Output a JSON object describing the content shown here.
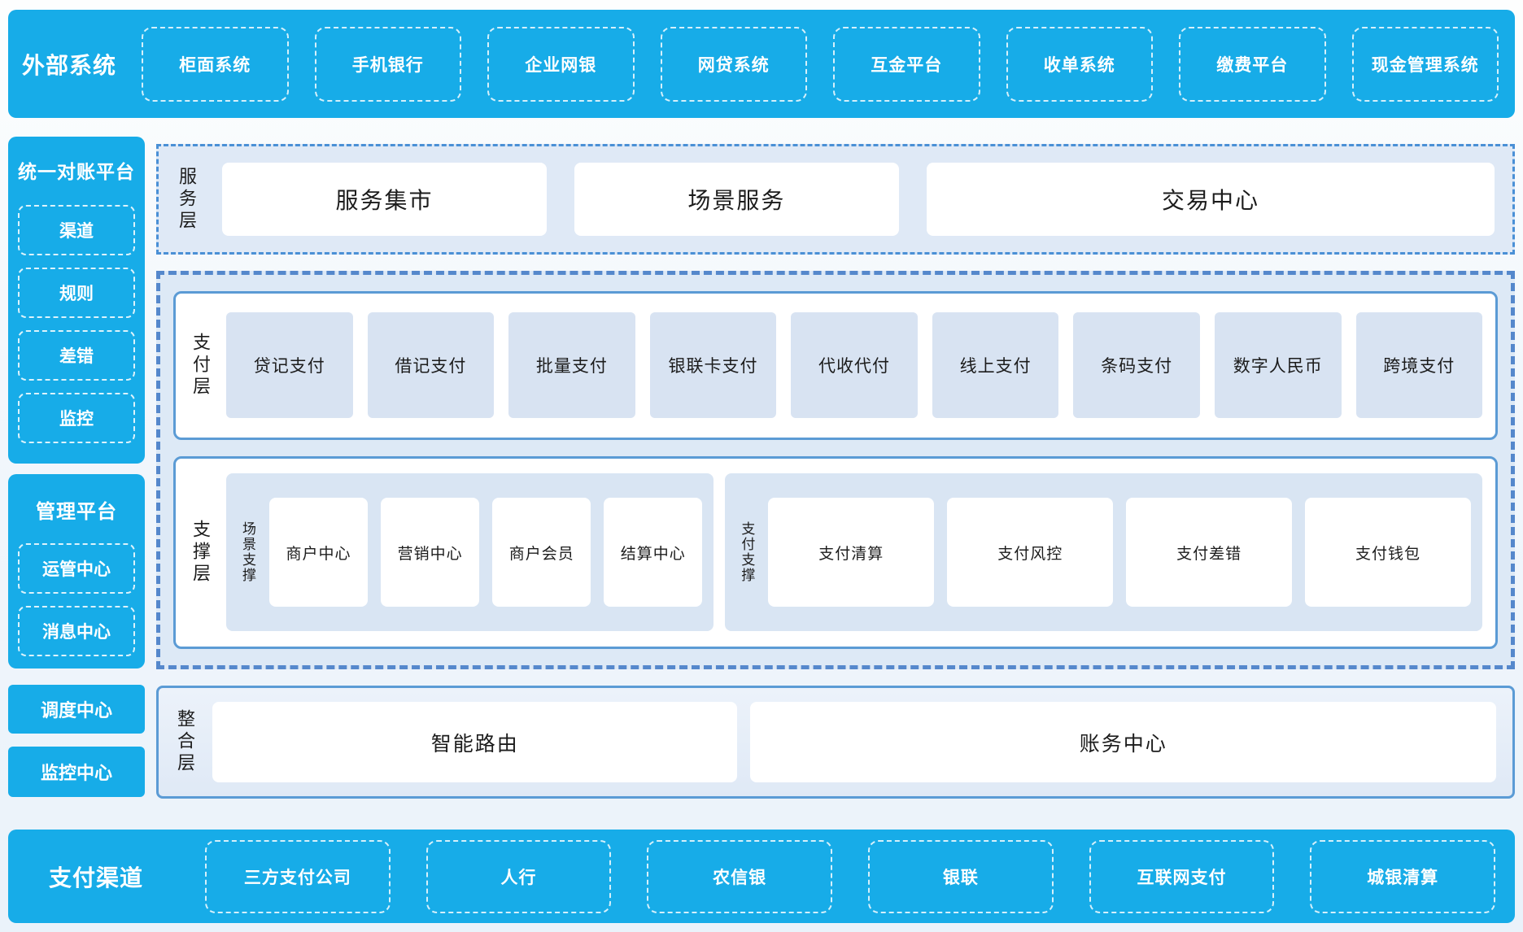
{
  "top_banner": {
    "label": "外部系统",
    "items": [
      "柜面系统",
      "手机银行",
      "企业网银",
      "网贷系统",
      "互金平台",
      "收单系统",
      "缴费平台",
      "现金管理系统"
    ]
  },
  "sidebar": {
    "reconciliation_platform": {
      "title": "统一对账平台",
      "items": [
        "渠道",
        "规则",
        "差错",
        "监控"
      ]
    },
    "management_platform": {
      "title": "管理平台",
      "items": [
        "运管中心",
        "消息中心"
      ]
    },
    "dispatch_center": "调度中心",
    "monitor_center": "监控中心"
  },
  "service_layer": {
    "label": "服务层",
    "items": [
      "服务集市",
      "场景服务",
      "交易中心"
    ]
  },
  "payment_layer": {
    "label": "支付层",
    "items": [
      "贷记支付",
      "借记支付",
      "批量支付",
      "银联卡支付",
      "代收代付",
      "线上支付",
      "条码支付",
      "数字人民币",
      "跨境支付"
    ]
  },
  "support_layer": {
    "label": "支撑层",
    "groups": [
      {
        "label": "场景支撑",
        "items": [
          "商户中心",
          "营销中心",
          "商户会员",
          "结算中心"
        ]
      },
      {
        "label": "支付支撑",
        "items": [
          "支付清算",
          "支付风控",
          "支付差错",
          "支付钱包"
        ]
      }
    ]
  },
  "integration_layer": {
    "label": "整合层",
    "items": [
      "智能路由",
      "账务中心"
    ]
  },
  "bottom_banner": {
    "label": "支付渠道",
    "items": [
      "三方支付公司",
      "人行",
      "农信银",
      "银联",
      "互联网支付",
      "城银清算"
    ]
  },
  "colors": {
    "primary_blue": "#17ACE8",
    "panel_blue": "#DFE9F6",
    "item_blue": "#D8E3F2",
    "group_panel_blue": "#D9E5F3",
    "solid_border_blue": "#5B9BD5",
    "dashed_border_blue": "#5588CC",
    "text_dark": "#1C1C1C"
  }
}
